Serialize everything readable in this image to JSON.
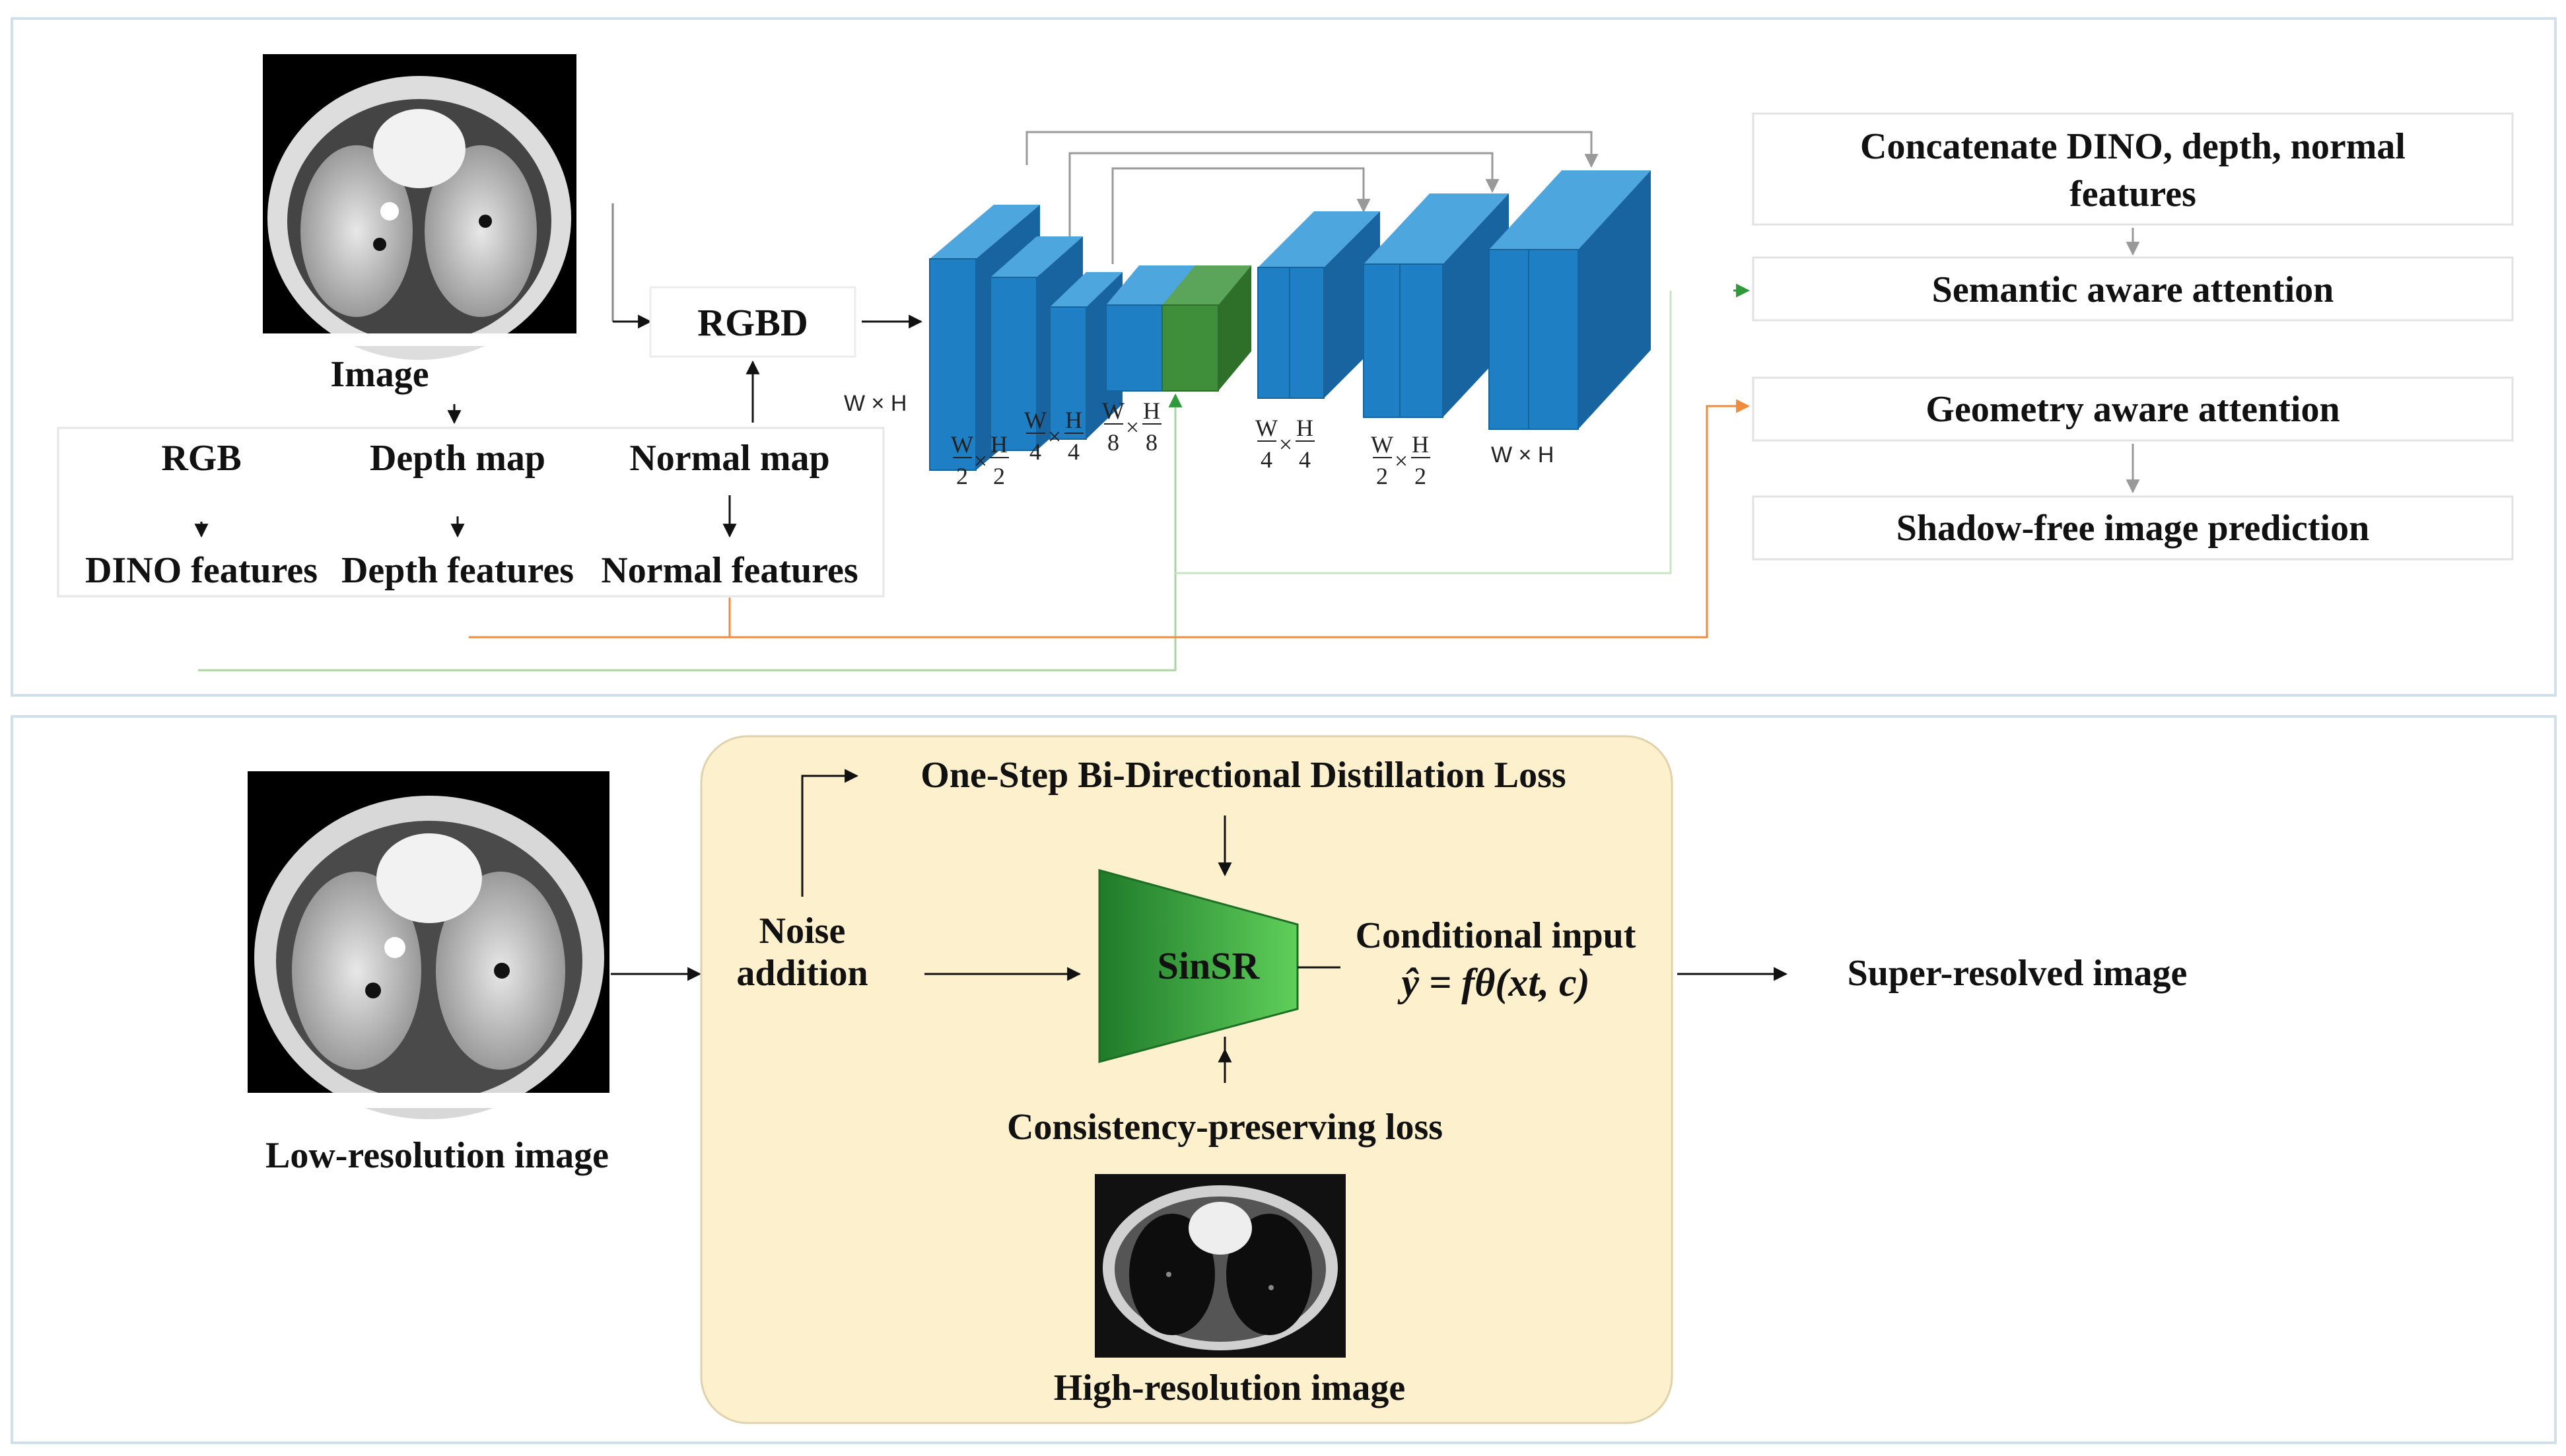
{
  "top_panel": {
    "image_label": "Image",
    "rgb_label": "RGB",
    "depth_map_label": "Depth map",
    "normal_map_label": "Normal map",
    "dino_features_label": "DINO features",
    "depth_features_label": "Depth features",
    "normal_features_label": "Normal features",
    "rgbd_label": "RGBD",
    "unet_dims": {
      "input": "W × H",
      "enc1_num_w": "W",
      "enc1_den": "2",
      "enc1_num_h": "H",
      "enc2_num_w": "W",
      "enc2_den": "4",
      "enc2_num_h": "H",
      "enc3_num_w": "W",
      "enc3_den": "8",
      "enc3_num_h": "H",
      "dec1_num_w": "W",
      "dec1_den": "4",
      "dec1_num_h": "H",
      "dec2_num_w": "W",
      "dec2_den": "2",
      "dec2_num_h": "H",
      "output": "W × H",
      "times": "×"
    },
    "steps": [
      "Concatenate DINO, depth, normal",
      "features",
      "Semantic aware attention",
      "Geometry aware attention",
      "Shadow-free image prediction"
    ]
  },
  "bottom_panel": {
    "low_res_label": "Low-resolution image",
    "noise_line1": "Noise",
    "noise_line2": "addition",
    "distillation_loss": "One-Step Bi-Directional Distillation Loss",
    "model_label": "SinSR",
    "conditional_input": "Conditional input",
    "formula": "ŷ = fθ(xt, c)",
    "consistency_loss": "Consistency-preserving loss",
    "high_res_label": "High-resolution image",
    "output_label": "Super-resolved image"
  },
  "colors": {
    "unet_blue": "#1f7fc4",
    "bottleneck_green": "#3f8f3a",
    "sinsr_green": "#2e9a3a",
    "panel_bg": "#fdf0cc",
    "orange_line": "#f08a3c",
    "green_line": "#a9d6a0"
  }
}
